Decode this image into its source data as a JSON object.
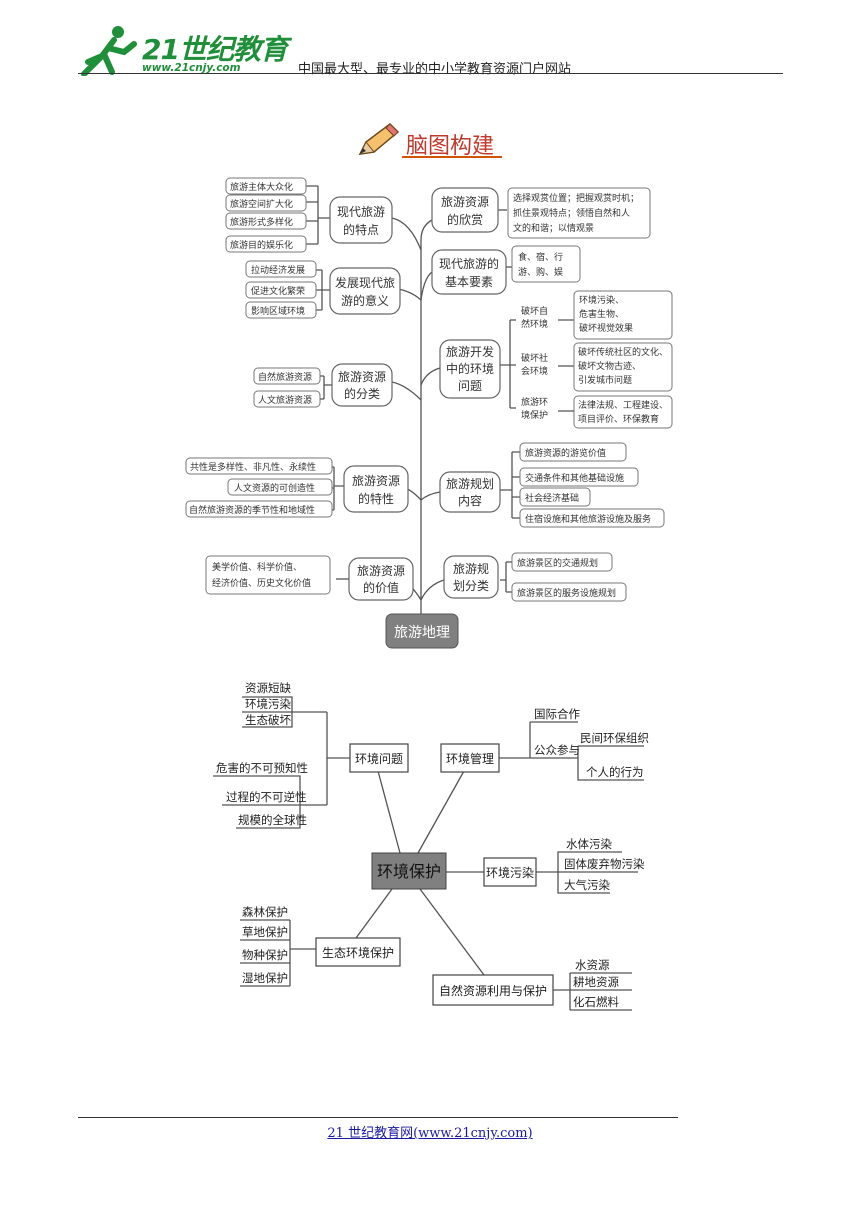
{
  "header": {
    "logo_text": "21世纪教育",
    "logo_url": "www.21cnjy.com",
    "tagline": "中国最大型、最专业的中小学教育资源门户网站"
  },
  "section_title": "脑图构建",
  "map1": {
    "root": "旅游地理",
    "nodes": {
      "n_tese": [
        "现代旅游",
        "的特点"
      ],
      "n_yiyi": [
        "发展现代旅",
        "游的意义"
      ],
      "n_fenlei": [
        "旅游资源",
        "的分类"
      ],
      "n_texing": [
        "旅游资源",
        "的特性"
      ],
      "n_jiazhi": [
        "旅游资源",
        "的价值"
      ],
      "n_xinshang": [
        "旅游资源",
        "的欣赏"
      ],
      "n_yaosu": [
        "现代旅游的",
        "基本要素"
      ],
      "n_huanjing": [
        "旅游开发",
        "中的环境",
        "问题"
      ],
      "n_guihua": [
        "旅游规划",
        "内容"
      ],
      "n_fenlei2": [
        "旅游规",
        "划分类"
      ]
    },
    "leaves": {
      "tese": [
        "旅游主体大众化",
        "旅游空间扩大化",
        "旅游形式多样化",
        "旅游目的娱乐化"
      ],
      "yiyi": [
        "拉动经济发展",
        "促进文化繁荣",
        "影响区域环境"
      ],
      "fenlei": [
        "自然旅游资源",
        "人文旅游资源"
      ],
      "texing": [
        "共性是多样性、非凡性、永续性",
        "人文资源的可创造性",
        "自然旅游资源的季节性和地域性"
      ],
      "jiazhi": [
        "美学价值、科学价值、",
        "经济价值、历史文化价值"
      ],
      "xinshang": [
        "选择观赏位置；把握观赏时机；",
        "抓住景观特点；领悟自然和人",
        "文的和谐；以情观景"
      ],
      "yaosu": [
        "食、宿、行",
        "游、购、娱"
      ],
      "env_mid": [
        [
          "破坏自",
          "然环境"
        ],
        [
          "破坏社",
          "会环境"
        ],
        [
          "旅游环",
          "境保护"
        ]
      ],
      "env_right": [
        [
          "环境污染、",
          "危害生物、",
          "破坏视觉效果"
        ],
        [
          "破坏传统社区的文化、",
          "破坏文物古迹、",
          "引发城市问题"
        ],
        [
          "法律法规、工程建设、",
          "项目评价、环保教育"
        ]
      ],
      "guihua": [
        "旅游资源的游览价值",
        "交通条件和其他基础设施",
        "社会经济基础",
        "住宿设施和其他旅游设施及服务"
      ],
      "fenlei2": [
        "旅游景区的交通规划",
        "旅游景区的服务设施规划"
      ]
    }
  },
  "map2": {
    "root": "环境保护",
    "nodes": {
      "wenti": "环境问题",
      "guanli": "环境管理",
      "wuran": "环境污染",
      "shengtai": "生态环境保护",
      "ziran": "自然资源利用与保护"
    },
    "leaves": {
      "wenti_top": [
        "资源短缺",
        "环境污染",
        "生态破坏"
      ],
      "wenti_bottom": [
        "危害的不可预知性",
        "过程的不可逆性",
        "规模的全球性"
      ],
      "guanli_mid": [
        "国际合作",
        "公众参与"
      ],
      "guanli_right": [
        "民间环保组织",
        "个人的行为"
      ],
      "wuran": [
        "水体污染",
        "固体废弃物污染",
        "大气污染"
      ],
      "shengtai": [
        "森林保护",
        "草地保护",
        "物种保护",
        "湿地保护"
      ],
      "ziran": [
        "水资源",
        "耕地资源",
        "化石燃料"
      ]
    }
  },
  "footer": {
    "link_text": "21 世纪教育网(www.21cnjy.com)"
  },
  "colors": {
    "brand": "#1f8f3a",
    "title": "#c0392b",
    "root_fill": "#808080",
    "line": "#555555",
    "link": "#1a1aa6"
  }
}
